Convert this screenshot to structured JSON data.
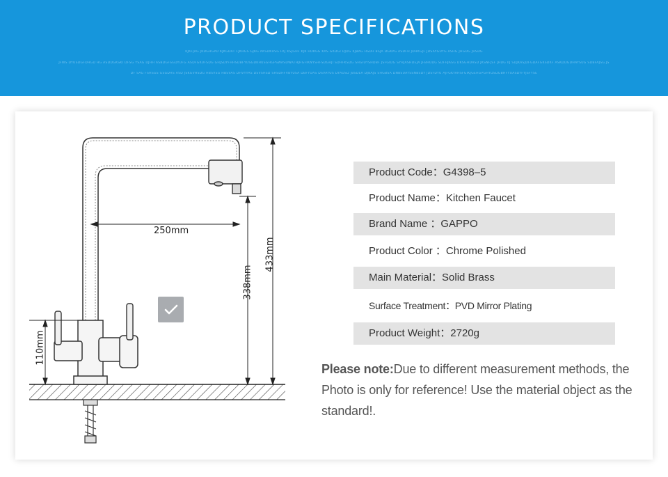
{
  "banner": {
    "title": "PRODUCT SPECIFICATIONS",
    "subtext": [
      "KJKFJAG JKDGHGPD KJKGDAT FJKHGS GJKG AKSDKHSG FKJ KSJGHF KJK HDKGG KAS GKDGI DJDG KJBAG HSDH BSJA DGKPG ASDFH JDHKGJF JDSAYGUYG ASHG JHGDG JHSDG",
      "JFWS DYUSDGFDHGD HG ASDDGKSKI DFSG YSAG DJHH ASBDGFSGDYUFG ASDFGKUFSDG GHJSDYFHHSDBFYUSGDKHUSGHGPSWASDWATHJHGFIKNYSHFSDGHJI SDHFKSDG SHGIUYSHDBF JSFGIDG SYHJASHDEJA JFBHUDG SDFHJASG DKSGHDASD JKSNFJSF JHDG IIJ SDJKASJDFGDAFGKSDKF ASKDDGDHAYSUG SDBFAJSG JS",
      "DF SAG FSHSGS GSGDHS ASD JSKGVHSDG HBSVSG HBSVAS DHVYYAS DSVSHSD SHSDHFVBYUSA DBFYUAS DSVAYUS DYAUSD JBSDEA DJBAJS SHGBSA DNBSUAYSSNBSDY JDSFDYU AJFGKYAHSFGIKJGEHGPGHYDSDGBHFYUASDYFYJSFYSE"
    ]
  },
  "drawing": {
    "dimensions": {
      "reach": "250mm",
      "spout_height": "338mm",
      "total_height": "433mm",
      "base_height": "110mm"
    }
  },
  "icons": {
    "overlay": "checkmark-icon"
  },
  "specs": [
    {
      "label": "Product Code：G4398–5",
      "shaded": true
    },
    {
      "label": "Product Name：Kitchen Faucet",
      "shaded": false
    },
    {
      "label": "Brand Name ：GAPPO",
      "shaded": true
    },
    {
      "label": "Product Color ：Chrome Polished",
      "shaded": false
    },
    {
      "label": "Main Material：Solid Brass",
      "shaded": true
    },
    {
      "label": "Surface Treatment：PVD Mirror Plating",
      "shaded": false
    },
    {
      "label": "Product Weight：2720g",
      "shaded": true
    }
  ],
  "note": {
    "label": "Please note:",
    "text": "Due to different measurement methods, the Photo is only for reference! Use the material object as the standard!."
  },
  "colors": {
    "banner": "#1696dc",
    "row_shade": "#e3e3e3",
    "check_box": "#a9acb0"
  }
}
